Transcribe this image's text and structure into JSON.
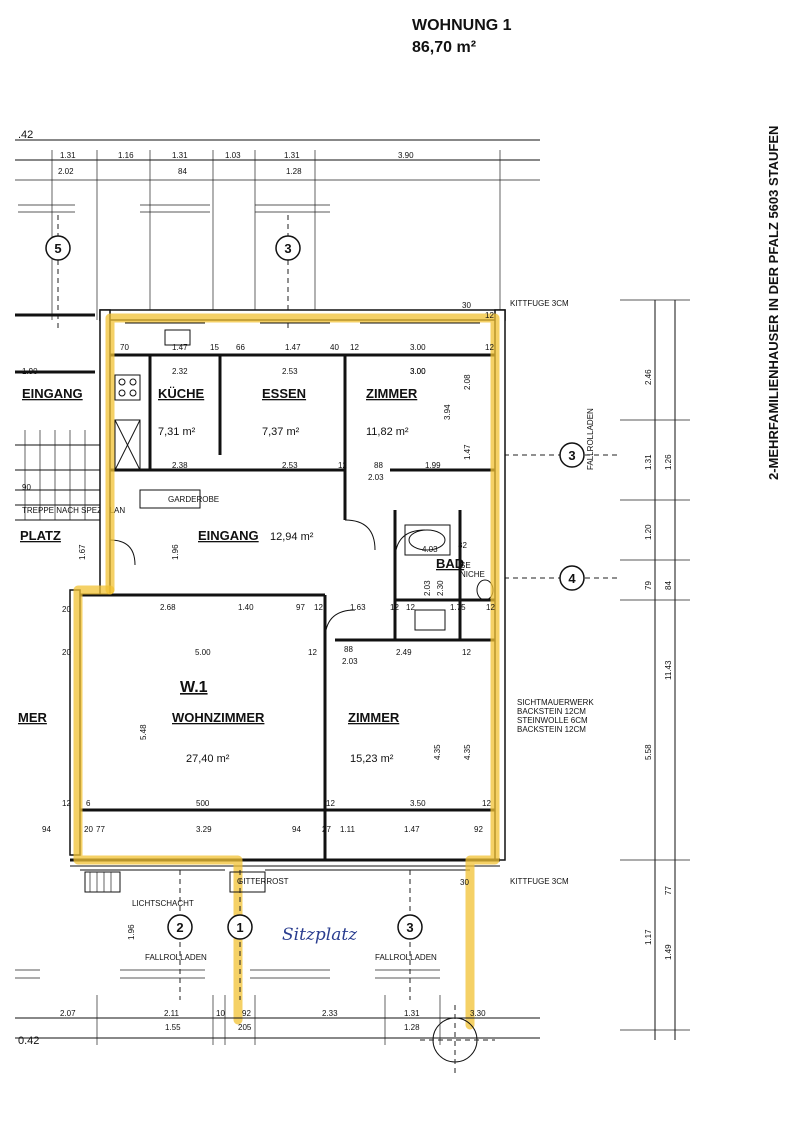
{
  "header": {
    "title": "WOHNUNG 1",
    "area": "86,70 m²",
    "side_title": "2-MEHRFAMILIENHAUSER IN DER PFALZ 5603 STAUFEN"
  },
  "unit_label": "W.1",
  "rooms": [
    {
      "name": "KÜCHE",
      "area": "7,31 m²"
    },
    {
      "name": "ESSEN",
      "area": "7,37 m²"
    },
    {
      "name": "ZIMMER",
      "area": "11,82 m²"
    },
    {
      "name": "EINGANG",
      "area": "12,94 m²"
    },
    {
      "name": "BAD",
      "area": ""
    },
    {
      "name": "WOHNZIMMER",
      "area": "27,40 m²"
    },
    {
      "name": "ZIMMER",
      "area": "15,23 m²"
    },
    {
      "name": "EINGANG",
      "area": ""
    },
    {
      "name": "PLATZ",
      "area": ""
    },
    {
      "name": "MER",
      "area": ""
    }
  ],
  "axis_markers": [
    "5",
    "3",
    "3",
    "4",
    "2",
    "1",
    "3"
  ],
  "top_dimensions": {
    "row1": [
      "1.31",
      "1.16",
      "1.31",
      "1.03",
      "1.31",
      "3.90"
    ],
    "row2": [
      "2.02",
      "84",
      "1.28"
    ],
    "left": ".42"
  },
  "inner_dimensions": [
    "70",
    "1.47",
    "15",
    "66",
    "1.47",
    "40",
    "12",
    "3.00",
    "12",
    "3.00",
    "2.32",
    "2.53",
    "3.00",
    "2.38",
    "2.53",
    "12",
    "88",
    "1.99",
    "2.03",
    "2.68",
    "1.40",
    "97",
    "12",
    "1.63",
    "12",
    "12",
    "1.75",
    "12",
    "5.00",
    "12",
    "88",
    "2.49",
    "12",
    "2.03",
    "500",
    "3.50",
    "12",
    "12",
    "12",
    "94",
    "20",
    "77",
    "3.29",
    "94",
    "27",
    "1.11",
    "1.47",
    "92",
    "1.90",
    "90",
    "2.46",
    "1.31",
    "1.26",
    "1.20",
    "79",
    "84",
    "11.43",
    "5.58",
    "4.35",
    "4.35",
    "5.48",
    "1.96",
    "1.67",
    "3.94",
    "2.08",
    "1.47",
    "20",
    "20",
    "6",
    "12",
    "30",
    "30",
    "1.17",
    "77",
    "1.49",
    "1.96"
  ],
  "bottom_dimensions": {
    "row1": [
      "2.07",
      "2.11",
      "10",
      "92",
      "2.33",
      "1.31",
      "3.30"
    ],
    "row2": [
      "1.55",
      "205",
      "1.28"
    ],
    "left": "0.42"
  },
  "notes": {
    "facade": [
      "SICHTMAUERWERK",
      "BACKSTEIN 12CM",
      "STEINWOLLE 6CM",
      "BACKSTEIN 12CM"
    ],
    "garderobe": "GARDEROBE",
    "gitterrost": "GITTERROST",
    "kittfuge_top": "KITTFUGE 3CM",
    "kittfuge_bottom": "KITTFUGE 3CM",
    "sitzplatz": "Sitzplatz",
    "fallroll": [
      "FALLROLLADEN",
      "FALLROLLADEN",
      "FALLROLLADEN"
    ],
    "lichtschacht": "LICHTSCHACHT",
    "bad_small": [
      "SE",
      "NICHE"
    ],
    "bad_dims": [
      "4.03",
      "82",
      "2.30",
      "2.03"
    ],
    "treppe": "TREPPE NACH SPEZ.PLAN"
  },
  "colors": {
    "highlight": "#f2c233",
    "ink": "#111111",
    "handwriting": "#2a3d8f"
  }
}
